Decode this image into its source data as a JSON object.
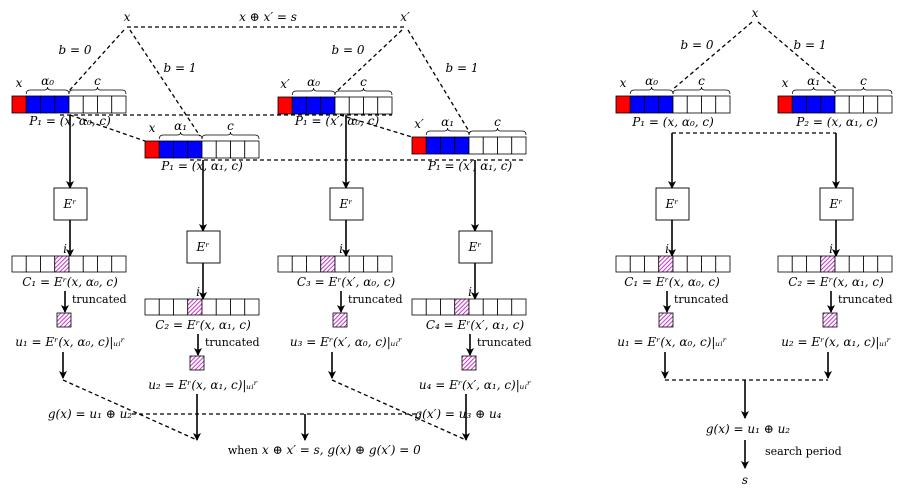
{
  "colors": {
    "red": "#ff0000",
    "blue": "#0000ff",
    "hatch": "#cc33cc",
    "line": "#000000"
  },
  "left": {
    "x": "x",
    "x_prime": "x′",
    "relation": "x ⊕ x′ = s",
    "b0": "b = 0",
    "b1": "b = 1",
    "registers": [
      {
        "head": "x",
        "alpha": "α₀",
        "c": "c",
        "label": "P₁ = (x, α₀, c)"
      },
      {
        "head": "x",
        "alpha": "α₁",
        "c": "c",
        "label": "P₁ = (x, α₁, c)"
      },
      {
        "head": "x′",
        "alpha": "α₀",
        "c": "c",
        "label": "P₁ = (x′, α₀, c)"
      },
      {
        "head": "x′",
        "alpha": "α₁",
        "c": "c",
        "label": "P₁ = (x′, α₁, c)"
      }
    ],
    "encryptor": "Eʳ",
    "index": "i",
    "truncated": "truncated",
    "ciphertexts": [
      "C₁ = Eʳ(x, α₀, c)",
      "C₂ = Eʳ(x, α₁, c)",
      "C₃ = Eʳ(x′, α₀, c)",
      "C₄ = Eʳ(x′, α₁, c)"
    ],
    "outputs": [
      "u₁ = Eʳ(x, α₀, c)|ᵤᵢʳ",
      "u₂ = Eʳ(x, α₁, c)|ᵤᵢʳ",
      "u₃ = Eʳ(x′, α₀, c)|ᵤᵢʳ",
      "u₄ = Eʳ(x′, α₁, c)|ᵤᵢʳ"
    ],
    "g_x": "g(x) = u₁ ⊕ u₂",
    "g_xp": "g(x′) = u₃ ⊕ u₄",
    "conclusion_when": "when",
    "conclusion": "x ⊕ x′ = s, g(x) ⊕ g(x′) = 0"
  },
  "right": {
    "x": "x",
    "b0": "b = 0",
    "b1": "b = 1",
    "registers": [
      {
        "head": "x",
        "alpha": "α₀",
        "c": "c",
        "label": "P₁ = (x, α₀, c)"
      },
      {
        "head": "x",
        "alpha": "α₁",
        "c": "c",
        "label": "P₂ = (x, α₁, c)"
      }
    ],
    "encryptor": "Eʳ",
    "index": "i",
    "truncated": "truncated",
    "ciphertexts": [
      "C₁ = Eʳ(x, α₀, c)",
      "C₂ = Eʳ(x, α₁, c)"
    ],
    "outputs": [
      "u₁ = Eʳ(x, α₀, c)|ᵤᵢʳ",
      "u₂ = Eʳ(x, α₁, c)|ᵤᵢʳ"
    ],
    "g_x": "g(x) = u₁ ⊕ u₂",
    "search": "search period",
    "s": "s"
  }
}
